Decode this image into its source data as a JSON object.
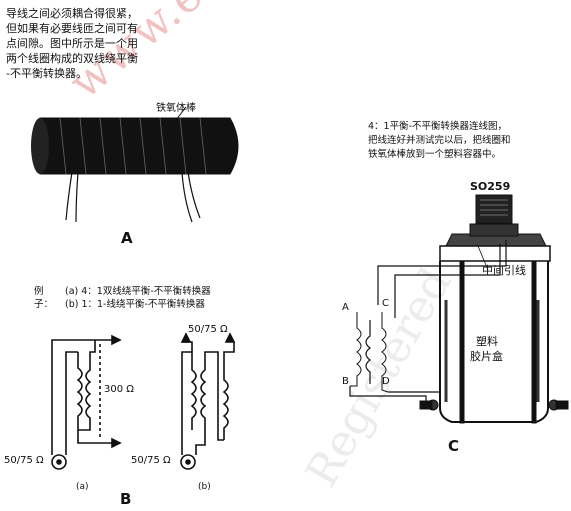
{
  "intro_text": "导线之间必须耦合得很紧，\n但如果有必要线匝之间可有\n点间隙。图中所示是一个用\n两个线圈构成的双线绕平衡\n-不平衡转换器。",
  "rod_label": "铁氧体棒",
  "figure_a": "A",
  "example_label": "例子：",
  "example_a": "(a) 4：1双线绕平衡-不平衡转换器",
  "example_b": "(b) 1：1-线绕平衡-不平衡转换器",
  "fig_b_ohm": "300 Ω",
  "fig_b_impedance_a": "50/75 Ω",
  "fig_b_impedance_b_top": "50/75 Ω",
  "fig_b_impedance_b_bottom": "50/75 Ω",
  "sub_a": "(a)",
  "sub_b": "(b)",
  "figure_b": "B",
  "caption_c": "4：1平衡-不平衡转换器连线图，\n把线连好并测试完以后，把线圈和\n铁氧体棒放到一个塑料容器中。",
  "connector": "SO259",
  "center_tap": "中间引线",
  "box_label_1": "塑料",
  "box_label_2": "胶片盒",
  "terminal_a": "A",
  "terminal_b": "B",
  "terminal_c": "C",
  "terminal_d": "D",
  "figure_c": "C",
  "watermark": "www.elecfans.com",
  "watermark_2": "Registered"
}
